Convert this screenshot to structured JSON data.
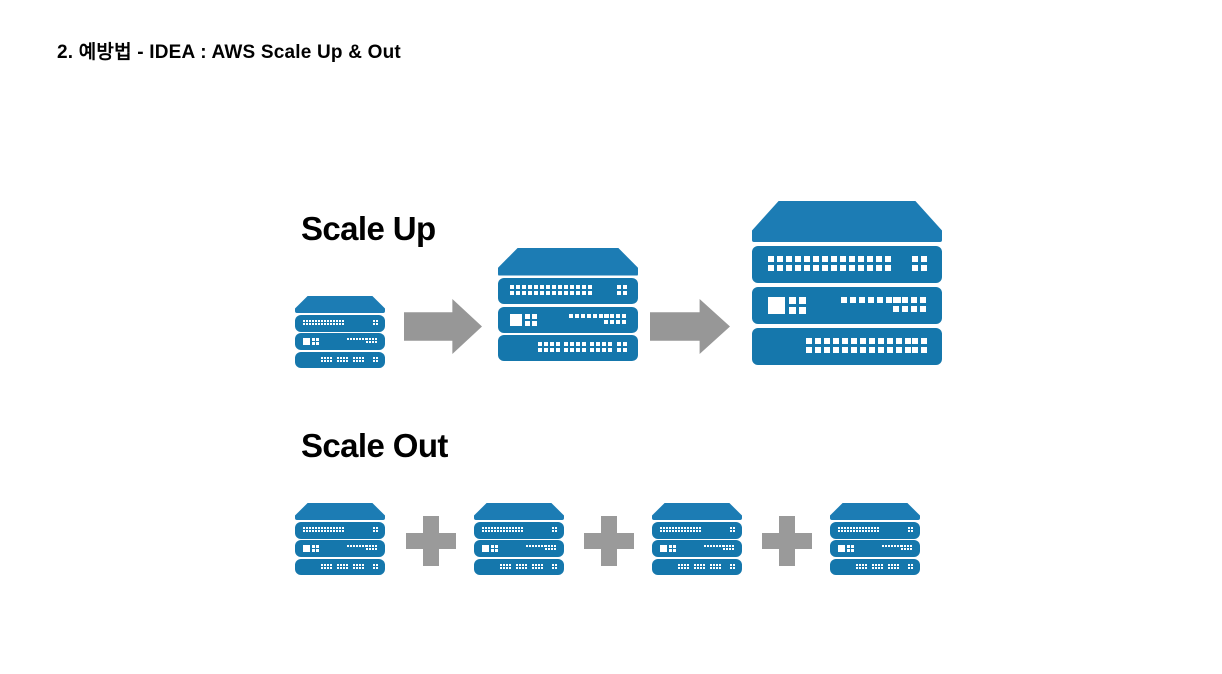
{
  "slide": {
    "title": "2. 예방법 - IDEA : AWS Scale Up & Out",
    "background_color": "#FFFFFF"
  },
  "theme": {
    "server_body_color": "#1577AC",
    "server_top_color": "#1C7CB4",
    "led_color": "#FFFFFF",
    "arrow_color": "#979797",
    "plus_color": "#9A9A9A",
    "text_color": "#000000"
  },
  "sections": [
    {
      "id": "scale-up",
      "label": "Scale Up",
      "description": "Vertical scaling: one server grows larger in three steps, connected by arrows",
      "steps": [
        {
          "size": "small",
          "units": 3,
          "label": ""
        },
        {
          "connector": "arrow-right"
        },
        {
          "size": "medium",
          "units": 3,
          "label": ""
        },
        {
          "connector": "arrow-right"
        },
        {
          "size": "large",
          "units": 3,
          "label": ""
        }
      ]
    },
    {
      "id": "scale-out",
      "label": "Scale Out",
      "description": "Horizontal scaling: four identical servers added together with plus signs",
      "steps": [
        {
          "size": "small",
          "units": 3,
          "label": ""
        },
        {
          "connector": "plus"
        },
        {
          "size": "small",
          "units": 3,
          "label": ""
        },
        {
          "connector": "plus"
        },
        {
          "size": "small",
          "units": 3,
          "label": ""
        },
        {
          "connector": "plus"
        },
        {
          "size": "small",
          "units": 3,
          "label": ""
        }
      ]
    }
  ],
  "server_icon": {
    "unit_count": 3,
    "unit_patterns": [
      {
        "name": "top-unit",
        "left_grid": "2x14 led matrix",
        "right_grid": "2x2 led block"
      },
      {
        "name": "middle-unit",
        "left_grid": "1 large square + 2x2 led block",
        "right_grid": "row of 7 leds + 2x4 led block"
      },
      {
        "name": "bottom-unit",
        "left_grid": "3 groups of 2x4 leds (centered)",
        "right_grid": "2x2 led block"
      }
    ]
  }
}
